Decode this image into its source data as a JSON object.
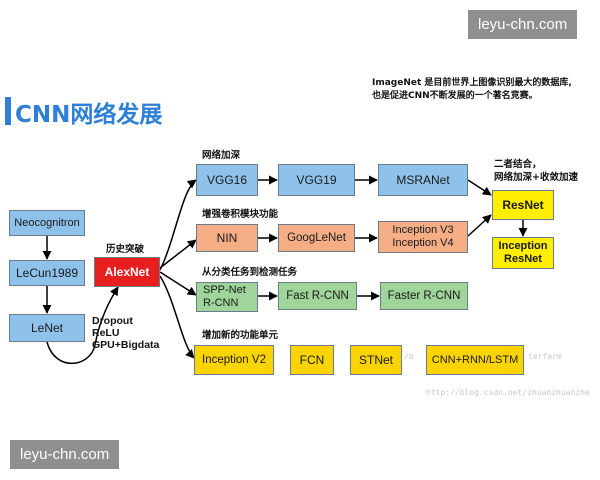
{
  "watermark": {
    "top": "leyu-chn.com",
    "bottom": "leyu-chn.com"
  },
  "title": "CNN网络发展",
  "note": {
    "line1": "ImageNet 是目前世界上图像识别最大的数据库,",
    "line2": "也是促进CNN不断发展的一个著名竞赛。"
  },
  "labels": {
    "history": "历史突破",
    "deepen": "网络加深",
    "conv_module": "增强卷积模块功能",
    "classify_to_detect": "从分类任务到检测任务",
    "new_units": "增加新的功能单元",
    "combine_line1": "二者结合，",
    "combine_line2": "网络加深+收敛加速"
  },
  "dropout": {
    "line1": "Dropout",
    "line2": "ReLU",
    "line3": "GPU+Bigdata"
  },
  "nodes": {
    "neocognitron": "Neocognitron",
    "lecun1989": "LeCun1989",
    "lenet": "LeNet",
    "alexnet": "AlexNet",
    "vgg16": "VGG16",
    "vgg19": "VGG19",
    "msranet": "MSRANet",
    "nin": "NIN",
    "googlenet": "GoogLeNet",
    "inception_v3": "Inception V3",
    "inception_v4": "Inception V4",
    "resnet": "ResNet",
    "inception_resnet_1": "Inception",
    "inception_resnet_2": "ResNet",
    "sppnet_1": "SPP-Net",
    "sppnet_2": "R-CNN",
    "fast_rcnn": "Fast R-CNN",
    "faster_rcnn": "Faster R-CNN",
    "inception_v2": "Inception V2",
    "fcn": "FCN",
    "stnet": "STNet",
    "cnn_rnn_lstm": "CNN+RNN/LSTM"
  },
  "faint": {
    "blog_watermark": "http://blog.csdn.net/zhuanzhuanzhe",
    "csdn_mark": "/b",
    "csdn_mark2": "terfarm"
  },
  "colors": {
    "title": "#2e7fd6",
    "blue": "#8fc2ea",
    "orange": "#f4ad85",
    "green": "#9fd49a",
    "yellow": "#f9d400",
    "red": "#e81f1f",
    "bright_yellow": "#ffee00"
  }
}
